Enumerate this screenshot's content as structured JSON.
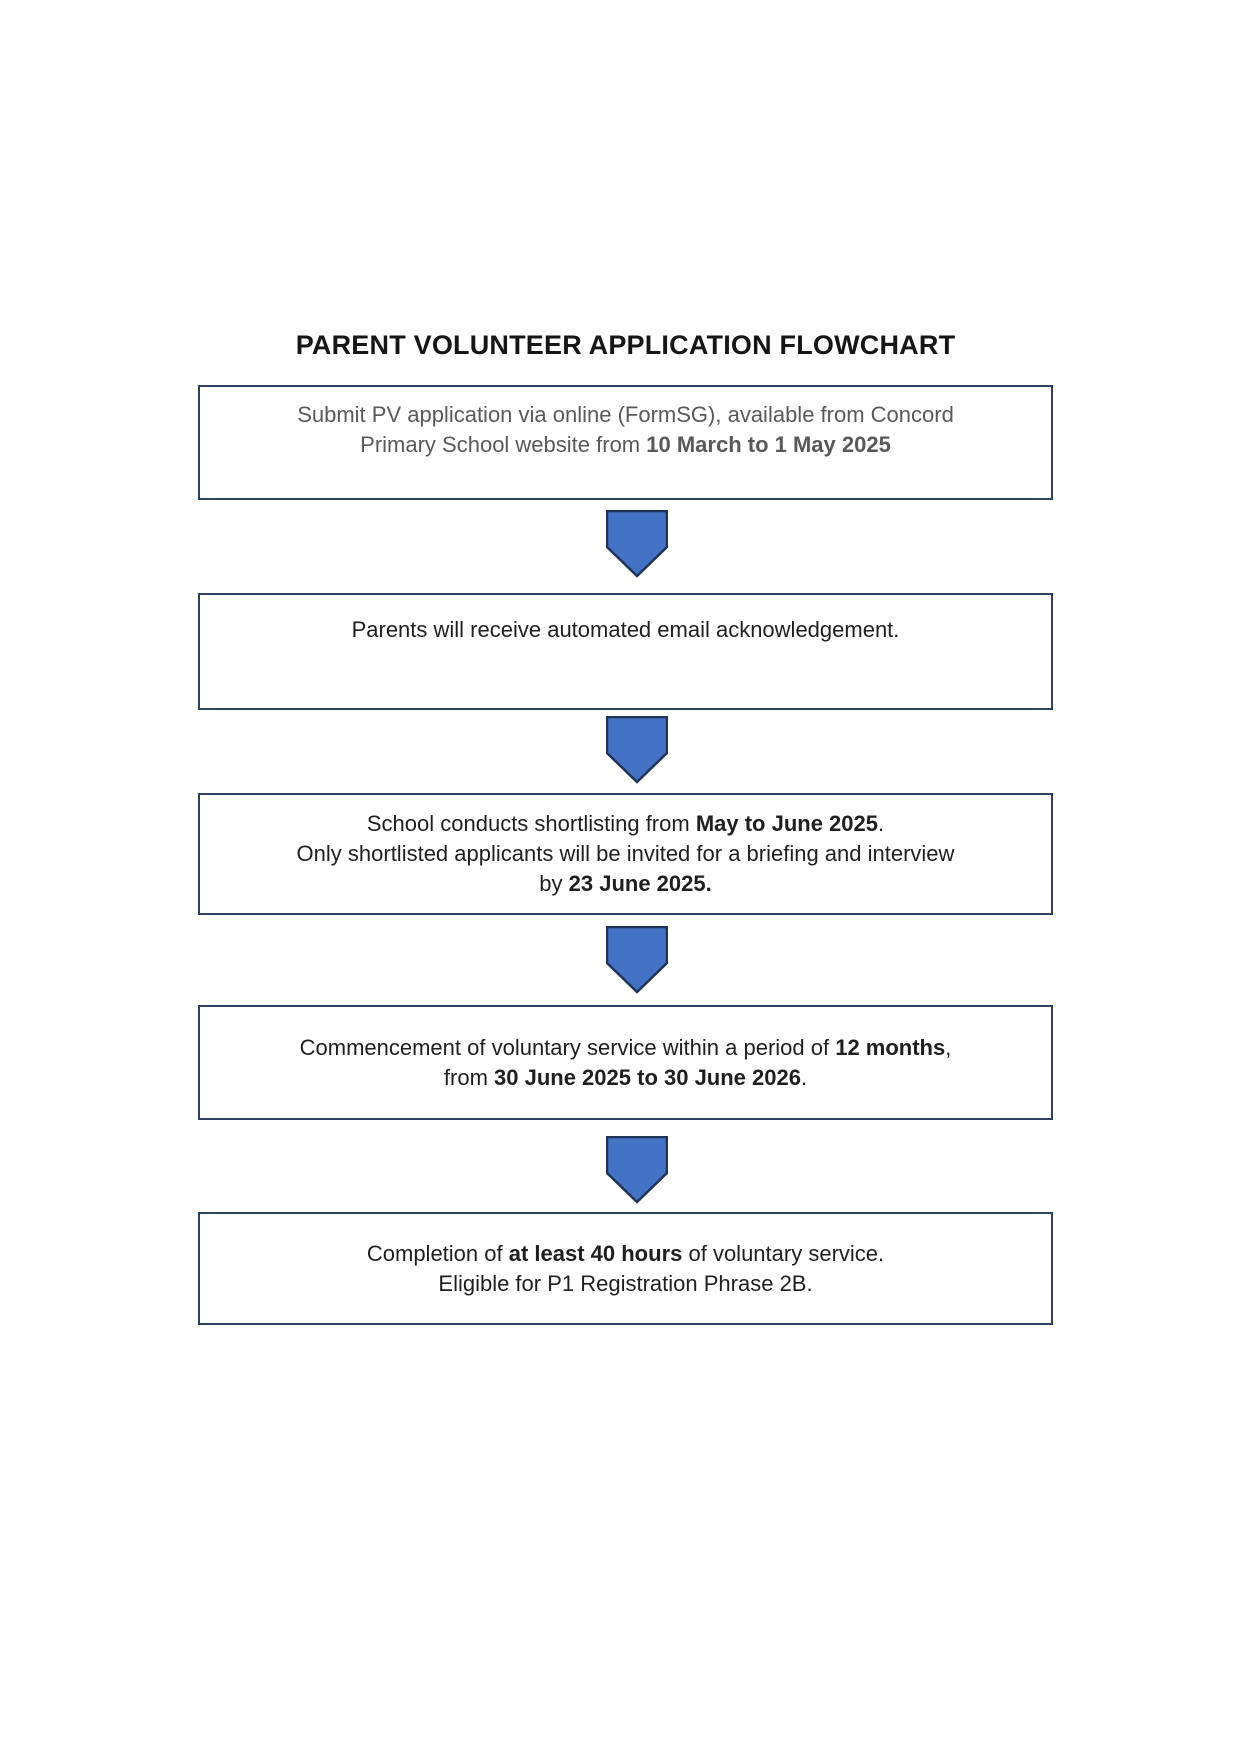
{
  "page": {
    "title": "PARENT VOLUNTEER APPLICATION FLOWCHART"
  },
  "colors": {
    "arrow_fill": "#4472c4",
    "arrow_border": "#203457",
    "box_border": "#2e4260",
    "box_text": "#1f1f1f",
    "muted_text": "#595959",
    "title_text": "#161616"
  },
  "flowchart": {
    "arrow_icon": "down-arrow",
    "steps": [
      {
        "name": "submit-application",
        "muted": true,
        "lines": [
          [
            {
              "t": "Submit PV application via online (FormSG), available from Concord"
            }
          ],
          [
            {
              "t": "Primary School website from "
            },
            {
              "t": "10 March to 1 May 2025",
              "b": true
            }
          ]
        ]
      },
      {
        "name": "email-acknowledgement",
        "lines": [
          [
            {
              "t": "Parents will receive automated email acknowledgement."
            }
          ]
        ]
      },
      {
        "name": "shortlisting-briefing",
        "lines": [
          [
            {
              "t": "School conducts shortlisting from "
            },
            {
              "t": "May to June 2025",
              "b": true
            },
            {
              "t": "."
            }
          ],
          [
            {
              "t": "Only shortlisted applicants will be invited for a briefing and interview"
            }
          ],
          [
            {
              "t": "by "
            },
            {
              "t": "23 June 2025.",
              "b": true
            }
          ]
        ]
      },
      {
        "name": "service-commencement",
        "lines": [
          [
            {
              "t": "Commencement of voluntary service within a period of "
            },
            {
              "t": "12 months",
              "b": true
            },
            {
              "t": ","
            }
          ],
          [
            {
              "t": "from "
            },
            {
              "t": "30 June 2025 to 30 June 2026",
              "b": true
            },
            {
              "t": "."
            }
          ]
        ]
      },
      {
        "name": "service-completion",
        "lines": [
          [
            {
              "t": "Completion of "
            },
            {
              "t": "at least 40 hours",
              "b": true
            },
            {
              "t": " of voluntary service."
            }
          ],
          [
            {
              "t": "Eligible for P1 Registration Phrase 2B."
            }
          ]
        ]
      }
    ]
  }
}
